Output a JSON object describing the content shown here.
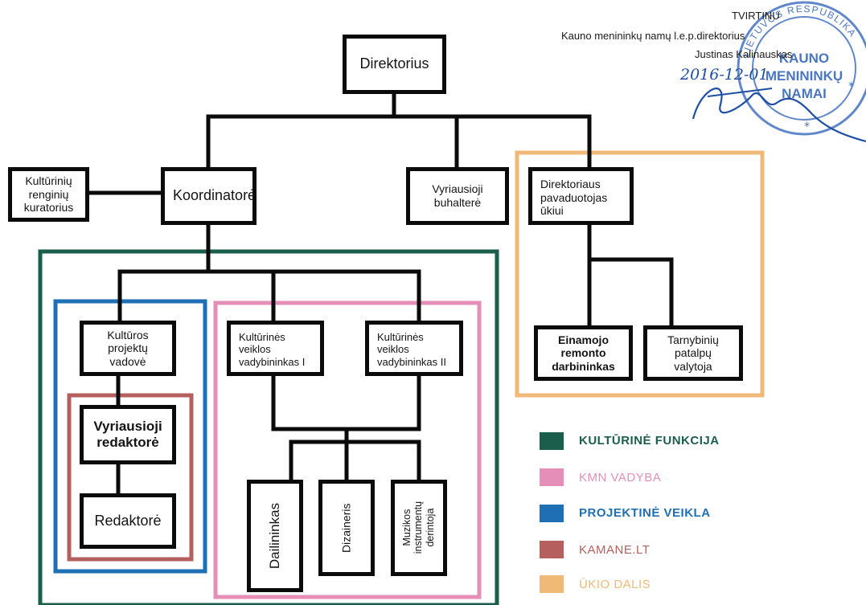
{
  "approval": {
    "heading": "TVIRTINU",
    "position_line": "Kauno menininkų namų l.e.p.direktorius",
    "name": "Justinas Kalinauskas",
    "handwritten_date": "2016-12-01"
  },
  "stamp": {
    "arc_text": "LIETUVOS RESPUBLIKA",
    "center_text": [
      "KAUNO",
      "MENININKŲ",
      "NAMAI"
    ],
    "color": "#2b5fb8"
  },
  "nodes": {
    "direktorius": "Direktorius",
    "kulturiniu_renginiu_kuratorius": "Kultūrinių\nrenginių\nkuratorius",
    "koordinatore": "Koordinatorė",
    "vyriausioji_buhaltere": "Vyriausioji\nbuhalterė",
    "direktoriaus_pavaduotojas": "Direktoriaus\npavaduotojas\nūkiui",
    "kulturos_projektu_vadove": "Kultūros\nprojektų\nvadovė",
    "kulturines_veiklos_vadybininkas_1": "Kultūrinės\nveiklos\nvadybininkas I",
    "kulturines_veiklos_vadybininkas_2": "Kultūrinės\nveiklos\nvadybininkas II",
    "einamojo_remonto_darbininkas": "Einamojo\nremonto\ndarbininkas",
    "tarnybiniu_patalpu_valytoja": "Tarnybinių\npatalpų\nvalytoja",
    "vyriausioji_redaktore": "Vyriausioji\nredaktorė",
    "redaktore": "Redaktorė",
    "dailininkas": "Dailininkas",
    "dizaineris": "Dizaineris",
    "muzikos_instrumentu_derintoja": "Muzikos\ninstrumentų\nderintoja"
  },
  "legend": [
    {
      "label": "KULTŪRINĖ FUNKCIJA",
      "color": "#1b5e4b"
    },
    {
      "label": "KMN VADYBA",
      "color": "#e58fb8"
    },
    {
      "label": "PROJEKTINĖ VEIKLA",
      "color": "#1f6fb4"
    },
    {
      "label": "KAMANE.LT",
      "color": "#b5605e"
    },
    {
      "label": "ŪKIO DALIS",
      "color": "#f0b978"
    }
  ]
}
